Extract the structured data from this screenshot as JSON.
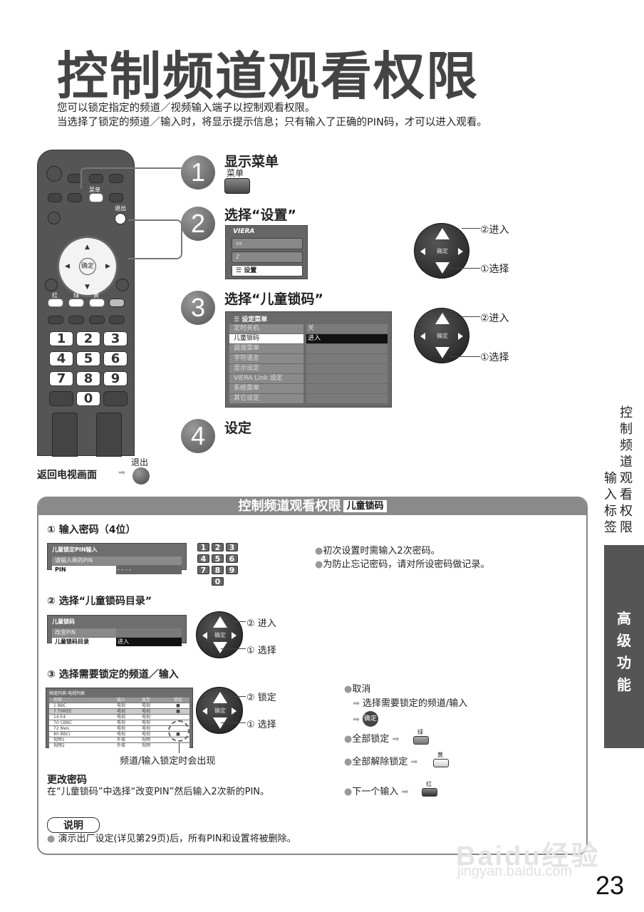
{
  "page": {
    "title": "控制频道观看权限",
    "intro": [
      "您可以锁定指定的频道／视频输入端子以控制观看权限。",
      "当选择了锁定的频道／输入时，将显示提示信息；只有输入了正确的PIN码，才可以进入观看。"
    ],
    "page_number": "23"
  },
  "remote": {
    "menu_label": "菜单",
    "exit_label": "退出",
    "ok_label": "确定",
    "color_labels": [
      "红",
      "绿",
      "黄"
    ],
    "number_keys": [
      "1",
      "2",
      "3",
      "4",
      "5",
      "6",
      "7",
      "8",
      "9",
      "0"
    ],
    "return_tv_label": "返回电视画面",
    "return_exit_label": "退出"
  },
  "steps": [
    {
      "num": "1",
      "title": "显示菜单",
      "button_label": "菜单"
    },
    {
      "num": "2",
      "title": "选择“设置”",
      "menu": {
        "logo": "VIERA",
        "items": [
          "",
          "",
          "设置"
        ],
        "selected": "设置"
      }
    },
    {
      "num": "3",
      "title": "选择“儿童锁码”",
      "menu": {
        "header": "设定菜单",
        "rows": [
          {
            "label": "定时关机",
            "value": "关"
          },
          {
            "label": "儿童锁码",
            "value": "进入"
          },
          {
            "label": "调谐菜单",
            "value": ""
          },
          {
            "label": "字符语言",
            "value": ""
          },
          {
            "label": "显示设定",
            "value": ""
          },
          {
            "label": "VIERA Link 设定",
            "value": ""
          },
          {
            "label": "系统菜单",
            "value": ""
          },
          {
            "label": "其它设定",
            "value": ""
          }
        ]
      }
    },
    {
      "num": "4",
      "title": "设定"
    }
  ],
  "navpad": {
    "center": "确定",
    "enter": "②进入",
    "select": "①选择"
  },
  "sidebar": {
    "col_right": [
      "控",
      "制",
      "频",
      "道",
      "观",
      "看",
      "权",
      "限"
    ],
    "col_left": [
      "输",
      "入",
      "标",
      "签"
    ],
    "tab": [
      "高",
      "级",
      "功",
      "能"
    ]
  },
  "section": {
    "header": "控制频道观看权限",
    "header_tag": "儿童锁码",
    "sub1": {
      "title": "① 输入密码（4位）",
      "screen": {
        "header": "儿童锁定PIN输入",
        "prompt": "请输入新的PIN",
        "field_label": "PIN",
        "field_value": "- - - -"
      },
      "notes": [
        "初次设置时需输入2次密码。",
        "为防止忘记密码，请对所设密码做记录。"
      ]
    },
    "sub2": {
      "title": "② 选择“儿童锁码目录”",
      "screen": {
        "header": "儿童锁码",
        "rows": [
          {
            "label": "改变PIN",
            "value": ""
          },
          {
            "label": "儿童锁码目录",
            "value": "进入"
          }
        ]
      },
      "enter": "② 进入",
      "select": "① 选择"
    },
    "sub3": {
      "title": "③ 选择需要锁定的频道／输入",
      "table": {
        "header": "频道列表-电视列表",
        "columns": [
          "名称",
          "输入",
          "类型",
          "锁定"
        ],
        "rows": [
          [
            "1 BBC",
            "电视",
            "电视",
            "🔒"
          ],
          [
            "7 THREE",
            "电视",
            "电视",
            "🔒"
          ],
          [
            "14 E4",
            "电视",
            "电视",
            ""
          ],
          [
            "70 CBBC",
            "电视",
            "电视",
            ""
          ],
          [
            "72 Nws",
            "电视",
            "电视",
            ""
          ],
          [
            "80 BBCi",
            "电视",
            "电视",
            "🔒"
          ],
          [
            "视频1",
            "外接",
            "视频",
            ""
          ],
          [
            "视频2",
            "外接",
            "视频",
            ""
          ]
        ]
      },
      "lock": "② 锁定",
      "select": "① 选择",
      "caption": "频道/输入锁定时会出现",
      "options": {
        "cancel": "取消",
        "cancel_step": "选择需要锁定的频道/输入",
        "ok": "确定",
        "lock_all": "全部锁定",
        "lock_all_btn": "绿",
        "unlock_all": "全部解除锁定",
        "unlock_all_btn": "黄",
        "next_input": "下一个输入",
        "next_input_btn": "红"
      }
    },
    "change_pin": {
      "title": "更改密码",
      "text": "在“儿童锁码”中选择“改变PIN”然后输入2次新的PIN。"
    },
    "explain": {
      "label": "说明",
      "text": "演示出厂设定(详见第29页)后，所有PIN和设置将被删除。"
    }
  },
  "watermark": {
    "brand": "Baidu经验",
    "url": "jingyan.baidu.com"
  },
  "colors": {
    "green_btn": "#8a8a8a",
    "yellow_btn": "#e8e8e8",
    "red_btn": "#555555",
    "section_header": "#8a8a8a",
    "sidetab": "#555555"
  }
}
